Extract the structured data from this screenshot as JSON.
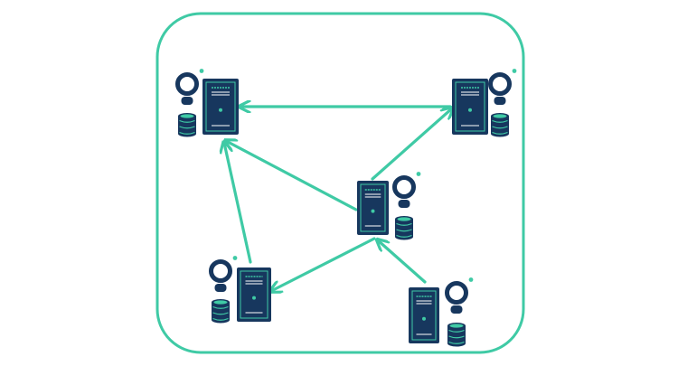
{
  "colors": {
    "accent": "#3fcaa5",
    "navy": "#17375e",
    "white": "#ffffff",
    "background": "#ffffff"
  },
  "nodes": [
    {
      "id": "top-left",
      "icons": [
        "server-icon",
        "user-icon",
        "database-icon"
      ]
    },
    {
      "id": "top-right",
      "icons": [
        "server-icon",
        "user-icon",
        "database-icon"
      ]
    },
    {
      "id": "center",
      "icons": [
        "server-icon",
        "user-icon",
        "database-icon"
      ]
    },
    {
      "id": "bottom-left",
      "icons": [
        "server-icon",
        "user-icon",
        "database-icon"
      ]
    },
    {
      "id": "bottom-right",
      "icons": [
        "server-icon",
        "user-icon",
        "database-icon"
      ]
    }
  ],
  "connections": [
    {
      "from": "top-right",
      "to": "top-left"
    },
    {
      "from": "center",
      "to": "top-left"
    },
    {
      "from": "bottom-left",
      "to": "top-left"
    },
    {
      "from": "center",
      "to": "top-right"
    },
    {
      "from": "center",
      "to": "bottom-left"
    },
    {
      "from": "bottom-right",
      "to": "center"
    }
  ]
}
